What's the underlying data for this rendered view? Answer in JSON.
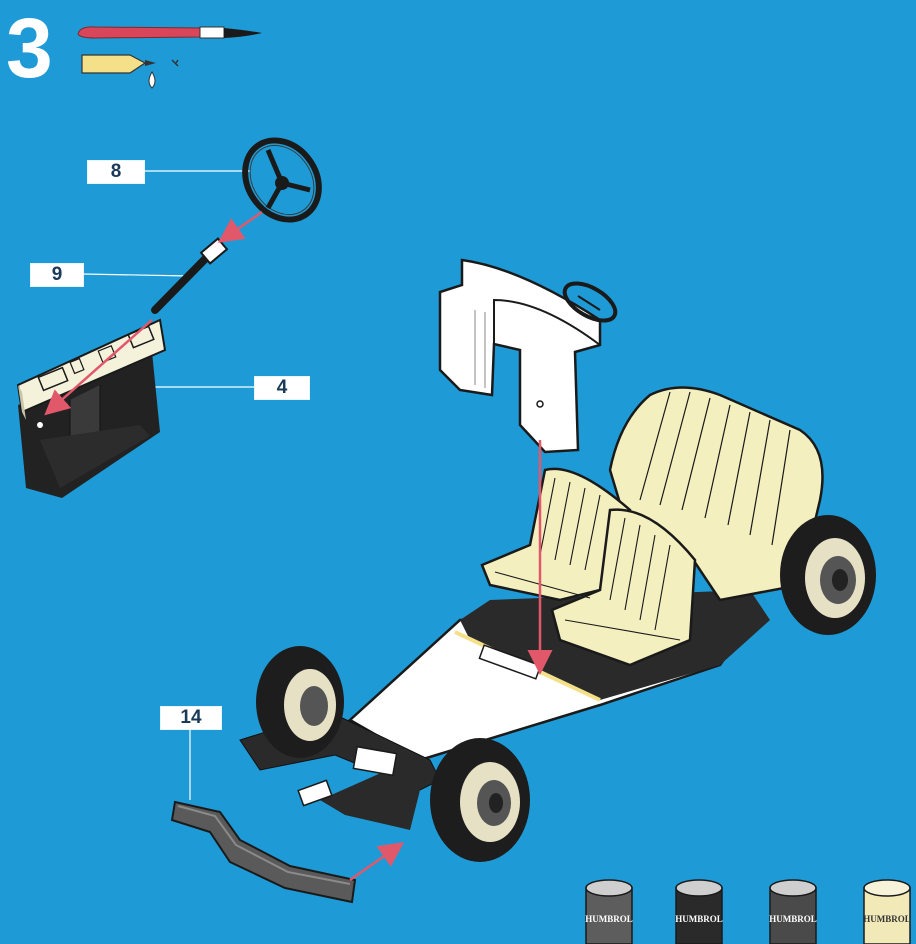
{
  "step": {
    "number": "3"
  },
  "part_labels": {
    "steering_wheel": "8",
    "steering_column": "9",
    "dashboard": "4",
    "front_bumper": "14"
  },
  "paint_cans": [
    {
      "brand": "HUMBROL",
      "color": "#5d5d5d"
    },
    {
      "brand": "HUMBROL",
      "color": "#2a2a2a"
    },
    {
      "brand": "HUMBROL",
      "color": "#4a4a4a"
    },
    {
      "brand": "HUMBROL",
      "color": "#f1e9b8"
    }
  ],
  "colors": {
    "background": "#1e9bd6",
    "arrow": "#e2586b",
    "seat_cream": "#f3efbf",
    "tyre": "#1d1d1d",
    "brush_red": "#d9465b",
    "glue_tube": "#f5e08a"
  },
  "icons": [
    "paint-brush-icon",
    "glue-tube-icon"
  ]
}
